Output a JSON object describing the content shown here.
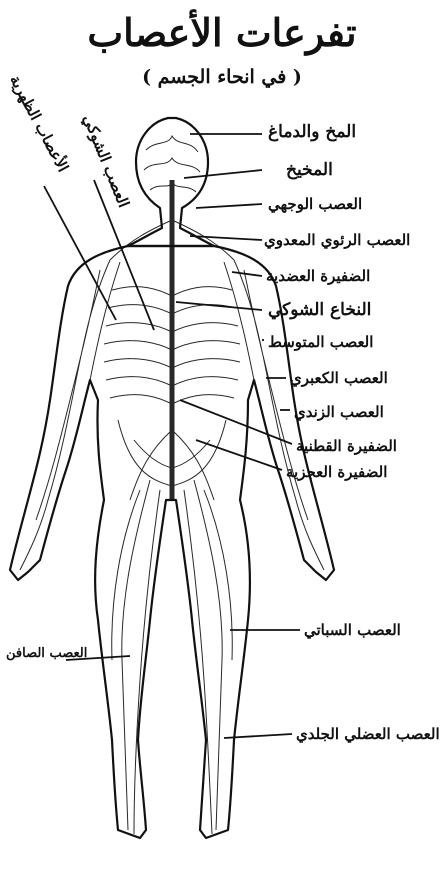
{
  "title": "تفرعات الأعصاب",
  "subtitle": "( في انحاء الجسم )",
  "labels_right": [
    "المخ والدماغ",
    "المخيخ",
    "العصب الوجهي",
    "العصب الرئوي المعدوي",
    "الضفيرة العضدية",
    "النخاع الشوكي",
    "العصب المتوسط",
    "العصب الكعبري",
    "العصب الزندي",
    "الضفيرة القطنية",
    "الضفيرة العجزية",
    "العصب السباتي",
    "العصب العضلي الجلدي"
  ],
  "labels_left": {
    "intercostal": "الأعصاب الظهرية",
    "sympathetic": "العصب الشوكي",
    "saphenous": "العصب الصافن"
  },
  "colors": {
    "ink": "#111111",
    "background": "#ffffff"
  }
}
